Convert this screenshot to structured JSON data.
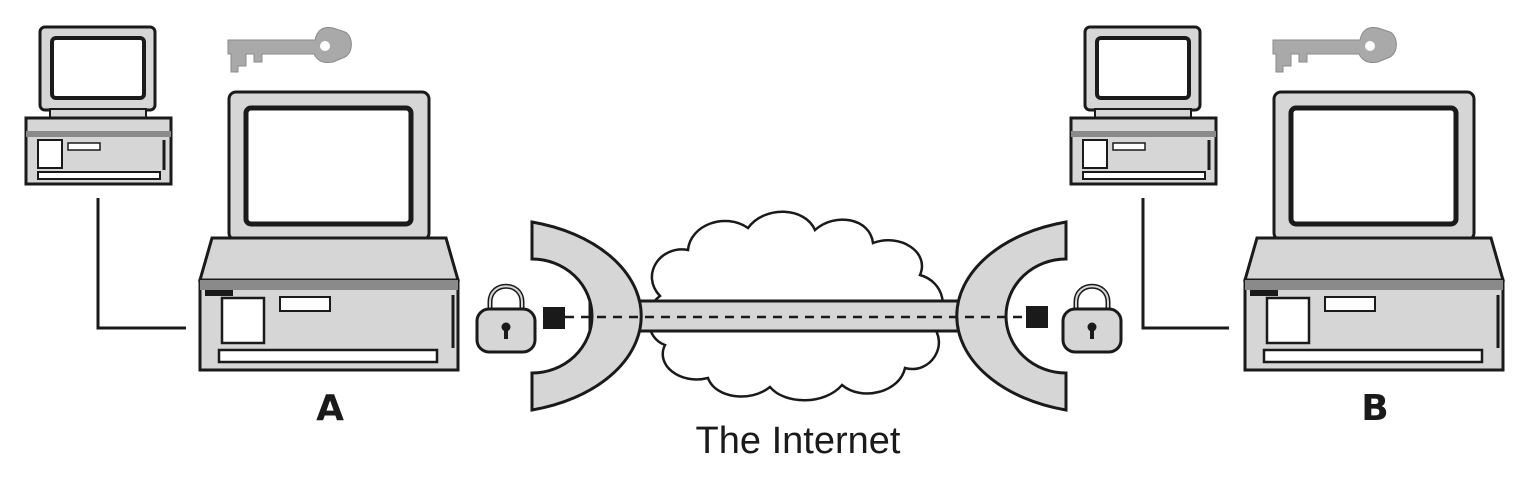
{
  "diagram": {
    "node_a_label": "A",
    "node_b_label": "B",
    "network_label": "The Internet"
  },
  "colors": {
    "outline": "#1a1a1a",
    "device_fill": "#d6d6d6",
    "key_fill": "#a9a9a9",
    "screen_fill": "#ffffff"
  },
  "icons": [
    "computer-icon",
    "workstation-icon",
    "key-icon",
    "lock-icon",
    "cloud-icon",
    "tunnel-shield-icon"
  ]
}
